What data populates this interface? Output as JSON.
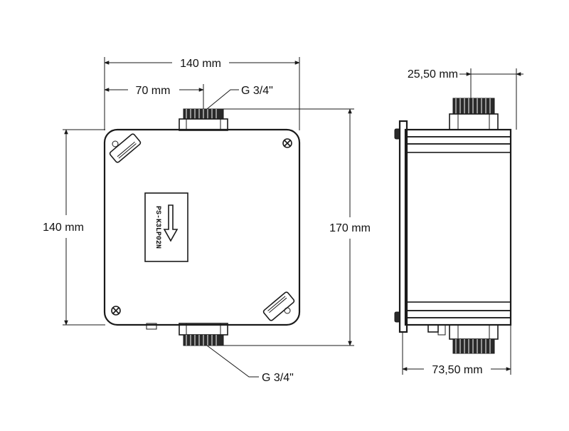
{
  "dimensions": {
    "front_width": "140 mm",
    "half_width": "70 mm",
    "front_height": "140 mm",
    "total_height": "170 mm",
    "fitting_depth": "25,50 mm",
    "side_depth": "73,50 mm"
  },
  "labels": {
    "top_connection": "G 3/4\"",
    "bottom_connection": "G 3/4\"",
    "plate_text": "PS-K3LP02N"
  },
  "colors": {
    "line": "#1a1a1a",
    "background": "#ffffff",
    "fill_light": "#f2f2f2",
    "fill_dark": "#2a2a2a"
  }
}
